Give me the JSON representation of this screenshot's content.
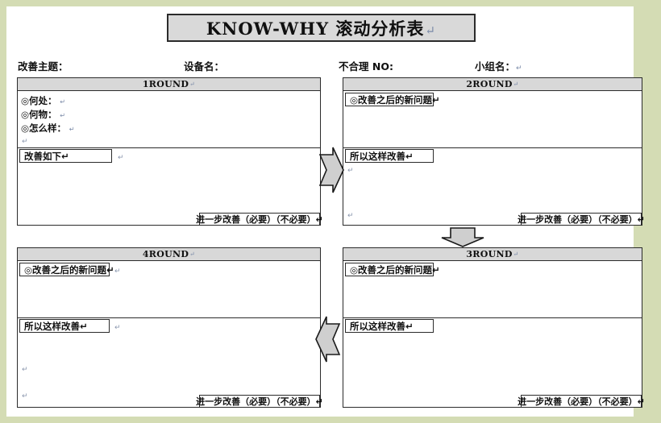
{
  "document": {
    "title": "KNOW-WHY 滚动分析表",
    "title_pilcrow": "↵",
    "page_background": "#ffffff",
    "canvas_background": "#d4dcb4",
    "header_bar_color": "#d8d8d8",
    "border_color": "#2b2b2b"
  },
  "header_fields": {
    "theme_label": "改善主题：",
    "equipment_label": "设备名：",
    "no_label": "不合理 NO:",
    "team_label": "小组名：",
    "team_pilcrow": "↵"
  },
  "marks": {
    "pilcrow": "↵",
    "bullet": "◎"
  },
  "panels": [
    {
      "id": "panel-1",
      "round_label": "1ROUND",
      "round_pilcrow": "↵",
      "bullets": [
        "◎何处：",
        "◎何物：",
        "◎怎么样："
      ],
      "action_label": "改善如下↵",
      "footer_label": "进一步改善（必要）（不必要）↵"
    },
    {
      "id": "panel-2",
      "round_label": "2ROUND",
      "round_pilcrow": "↵",
      "problem_label": "◎改善之后的新问题↵",
      "action_label": "所以这样改善↵",
      "footer_label": "进一步改善（必要）（不必要）↵"
    },
    {
      "id": "panel-3",
      "round_label": "3ROUND",
      "round_pilcrow": "↵",
      "problem_label": "◎改善之后的新问题↵",
      "action_label": "所以这样改善↵",
      "footer_label": "进一步改善（必要）（不必要）↵"
    },
    {
      "id": "panel-4",
      "round_label": "4ROUND",
      "round_pilcrow": "↵",
      "problem_label": "◎改善之后的新问题↵",
      "action_label": "所以这样改善↵",
      "footer_label": "进一步改善（必要）（不必要）↵"
    }
  ],
  "arrows": [
    {
      "name": "arrow-round1-to-round2",
      "direction": "right",
      "fill": "#cfcfcf"
    },
    {
      "name": "arrow-round2-to-round3",
      "direction": "down",
      "fill": "#cfcfcf"
    },
    {
      "name": "arrow-round3-to-round4",
      "direction": "left",
      "fill": "#cfcfcf"
    }
  ]
}
